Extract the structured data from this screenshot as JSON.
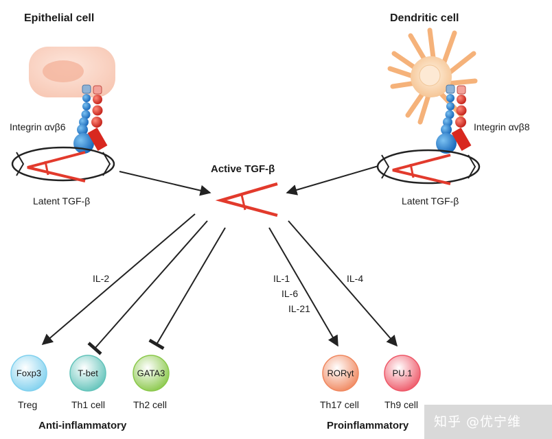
{
  "cells": {
    "epithelial": {
      "title": "Epithelial cell",
      "integrin": "Integrin αvβ6",
      "latent": "Latent TGF-β"
    },
    "dendritic": {
      "title": "Dendritic cell",
      "integrin": "Integrin αvβ8",
      "latent": "Latent TGF-β"
    }
  },
  "center": {
    "label": "Active TGF-β"
  },
  "cytokines": {
    "il2": "IL-2",
    "il1": "IL-1",
    "il6": "IL-6",
    "il21": "IL-21",
    "il4": "IL-4"
  },
  "factors": [
    {
      "name": "Foxp3",
      "cell": "Treg",
      "color": "#7fd0ee"
    },
    {
      "name": "T-bet",
      "cell": "Th1 cell",
      "color": "#62c3ba"
    },
    {
      "name": "GATA3",
      "cell": "Th2 cell",
      "color": "#8ac84a"
    },
    {
      "name": "RORγt",
      "cell": "Th17 cell",
      "color": "#f0875e"
    },
    {
      "name": "PU.1",
      "cell": "Th9 cell",
      "color": "#ee5767"
    }
  ],
  "groups": {
    "anti": "Anti-inflammatory",
    "pro": "Proinflammatory"
  },
  "watermark": "知乎 @优宁维",
  "colors": {
    "tgf_red": "#e23a2c",
    "arrow": "#222222",
    "blue_bead": "#1f78c8",
    "red_bead": "#e02a22"
  }
}
